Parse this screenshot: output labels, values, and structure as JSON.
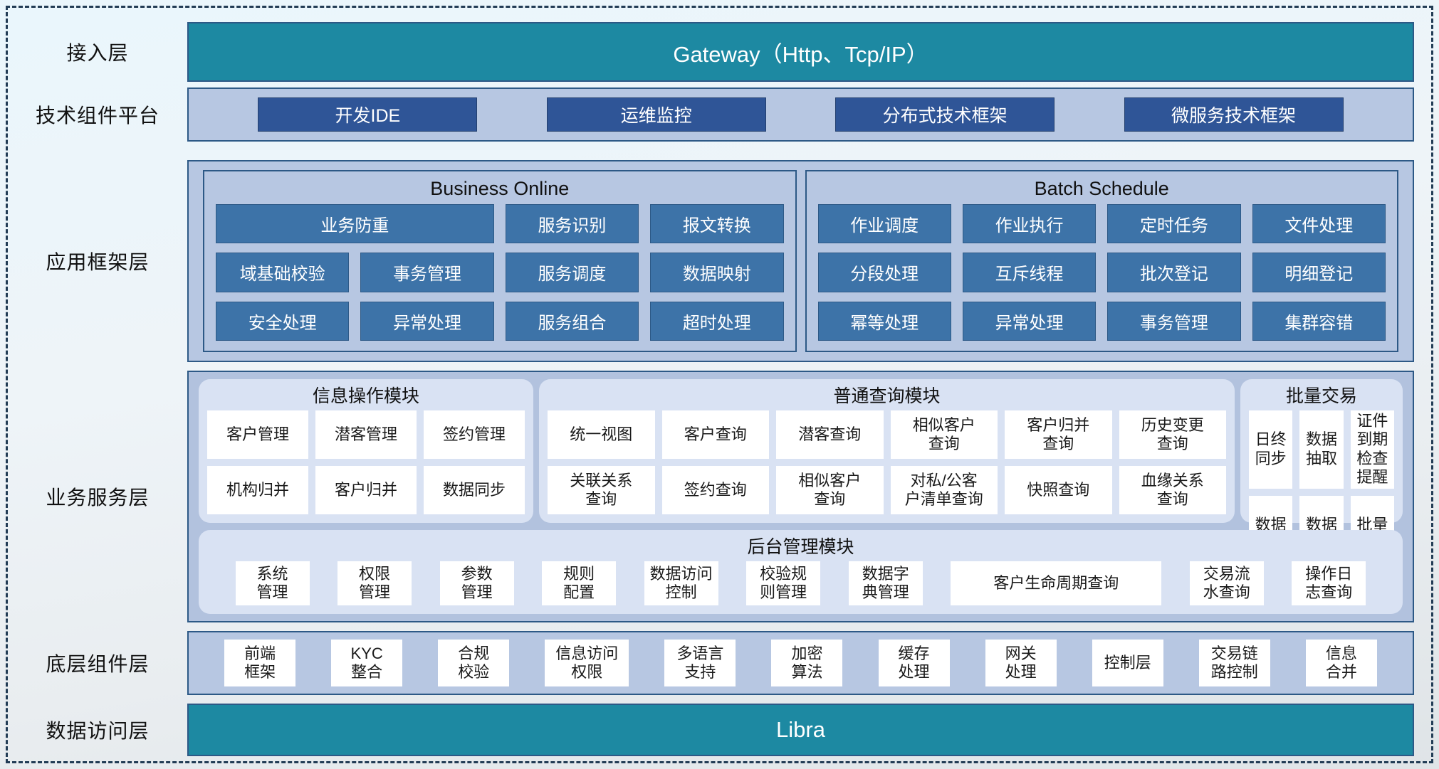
{
  "access": {
    "label": "接入层",
    "gateway": "Gateway（Http、Tcp/IP）"
  },
  "tech": {
    "label": "技术组件平台",
    "items": [
      "开发IDE",
      "运维监控",
      "分布式技术框架",
      "微服务技术框架"
    ]
  },
  "appfw": {
    "label": "应用框架层",
    "business_online": {
      "title": "Business Online",
      "cells": [
        "业务防重",
        "服务识别",
        "报文转换",
        "域基础校验",
        "事务管理",
        "服务调度",
        "数据映射",
        "安全处理",
        "异常处理",
        "服务组合",
        "超时处理"
      ]
    },
    "batch_schedule": {
      "title": "Batch Schedule",
      "cells": [
        "作业调度",
        "作业执行",
        "定时任务",
        "文件处理",
        "分段处理",
        "互斥线程",
        "批次登记",
        "明细登记",
        "幂等处理",
        "异常处理",
        "事务管理",
        "集群容错"
      ]
    }
  },
  "biz": {
    "label": "业务服务层",
    "info_ops": {
      "title": "信息操作模块",
      "cells": [
        "客户管理",
        "潜客管理",
        "签约管理",
        "机构归并",
        "客户归并",
        "数据同步"
      ]
    },
    "query": {
      "title": "普通查询模块",
      "cells": [
        "统一视图",
        "客户查询",
        "潜客查询",
        "相似客户\n查询",
        "客户归并\n查询",
        "历史变更\n查询",
        "关联关系\n查询",
        "签约查询",
        "相似客户\n查询",
        "对私/公客\n户清单查询",
        "快照查询",
        "血缘关系\n查询"
      ]
    },
    "batch": {
      "title": "批量交易",
      "cells": [
        "日终\n同步",
        "数据\n抽取",
        "证件到期\n检查提醒",
        "数据\n转换",
        "数据\n装载",
        "批量\n开户"
      ]
    },
    "admin": {
      "title": "后台管理模块",
      "cells": [
        "系统\n管理",
        "权限\n管理",
        "参数\n管理",
        "规则\n配置",
        "数据访问\n控制",
        "校验规\n则管理",
        "数据字\n典管理",
        "客户生命周期查询",
        "交易流\n水查询",
        "操作日\n志查询"
      ]
    }
  },
  "base": {
    "label": "底层组件层",
    "cells": [
      "前端\n框架",
      "KYC\n整合",
      "合规\n校验",
      "信息访问\n权限",
      "多语言\n支持",
      "加密\n算法",
      "缓存\n处理",
      "网关\n处理",
      "控制层",
      "交易链\n路控制",
      "信息\n合并"
    ]
  },
  "dal": {
    "label": "数据访问层",
    "bar": "Libra"
  },
  "colors": {
    "teal": "#1d89a2",
    "dark_blue": "#2f5597",
    "medium_blue": "#3d73a8",
    "container_blue": "#b7c7e2",
    "panel_light": "#d9e2f3",
    "border_blue": "#2d5986"
  }
}
